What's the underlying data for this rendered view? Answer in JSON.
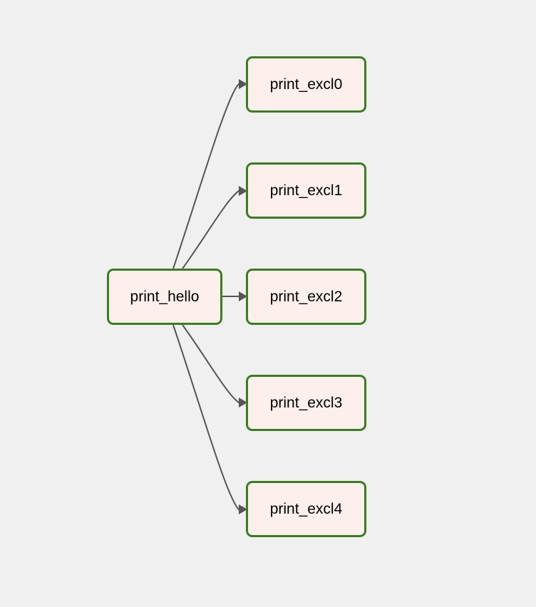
{
  "graph": {
    "source": {
      "id": "print_hello",
      "label": "print_hello"
    },
    "targets": [
      {
        "id": "print_excl0",
        "label": "print_excl0"
      },
      {
        "id": "print_excl1",
        "label": "print_excl1"
      },
      {
        "id": "print_excl2",
        "label": "print_excl2"
      },
      {
        "id": "print_excl3",
        "label": "print_excl3"
      },
      {
        "id": "print_excl4",
        "label": "print_excl4"
      }
    ],
    "edges": [
      {
        "from": "print_hello",
        "to": "print_excl0"
      },
      {
        "from": "print_hello",
        "to": "print_excl1"
      },
      {
        "from": "print_hello",
        "to": "print_excl2"
      },
      {
        "from": "print_hello",
        "to": "print_excl3"
      },
      {
        "from": "print_hello",
        "to": "print_excl4"
      }
    ]
  },
  "colors": {
    "background": "#f0f0f0",
    "node_fill": "#fdf0ec",
    "node_border": "#3a7d22",
    "edge": "#555555"
  }
}
